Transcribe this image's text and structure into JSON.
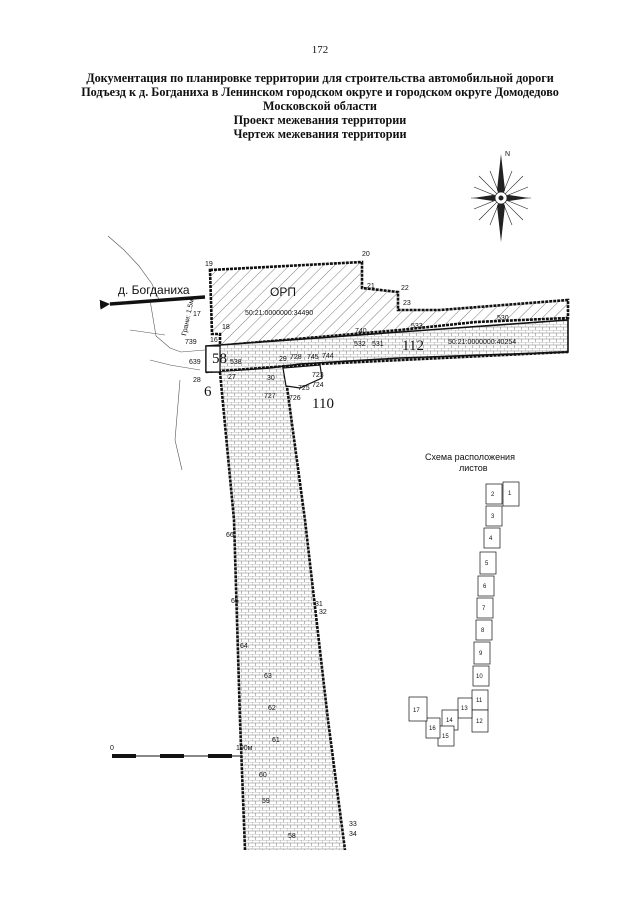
{
  "page_number": "172",
  "title_lines": [
    "Документация по планировке территории для строительства автомобильной дороги",
    "Подъезд к д. Богданиха в Ленинском городском округе и городском округе Домодедово",
    "Московской области",
    "Проект межевания территории",
    "Чертеж межевания территории"
  ],
  "compass": {
    "north": "N"
  },
  "direction_label": "д. Богданиха",
  "zone_label": "ОРП",
  "cadastral": [
    "50:21:0000000:34490",
    "50:21:0000000:40254"
  ],
  "parcels": {
    "p58": "58",
    "p6": "6",
    "p112": "112",
    "p110": "110"
  },
  "points": {
    "p19": "19",
    "p20": "20",
    "p21": "21",
    "p22": "22",
    "p23": "23",
    "p17": "17",
    "p18": "18",
    "p16": "16",
    "p739": "739",
    "p639": "639",
    "p538": "538",
    "p28a": "28",
    "p27": "27",
    "p740": "740",
    "p532": "532",
    "p531": "531",
    "p533": "533",
    "p530": "530",
    "p728": "728",
    "p745": "745",
    "p744": "744",
    "p29": "29",
    "p30": "30",
    "p723": "723",
    "p724": "724",
    "p725": "725",
    "p727": "727",
    "p726": "726",
    "p66": "66",
    "p65": "65",
    "p64": "64",
    "p63": "63",
    "p62": "62",
    "p61": "61",
    "p60": "60",
    "p59": "59",
    "p58b": "58",
    "p31": "31",
    "p32": "32",
    "p33": "33",
    "p34": "34",
    "road_label": "Грани: 1.5м"
  },
  "scale": {
    "start": "0",
    "end": "100м"
  },
  "scheme": {
    "title_line1": "Схема расположения",
    "title_line2": "листов",
    "sheets": [
      "1",
      "2",
      "3",
      "4",
      "5",
      "6",
      "7",
      "8",
      "9",
      "10",
      "11",
      "12",
      "13",
      "14",
      "15",
      "16",
      "17"
    ]
  }
}
